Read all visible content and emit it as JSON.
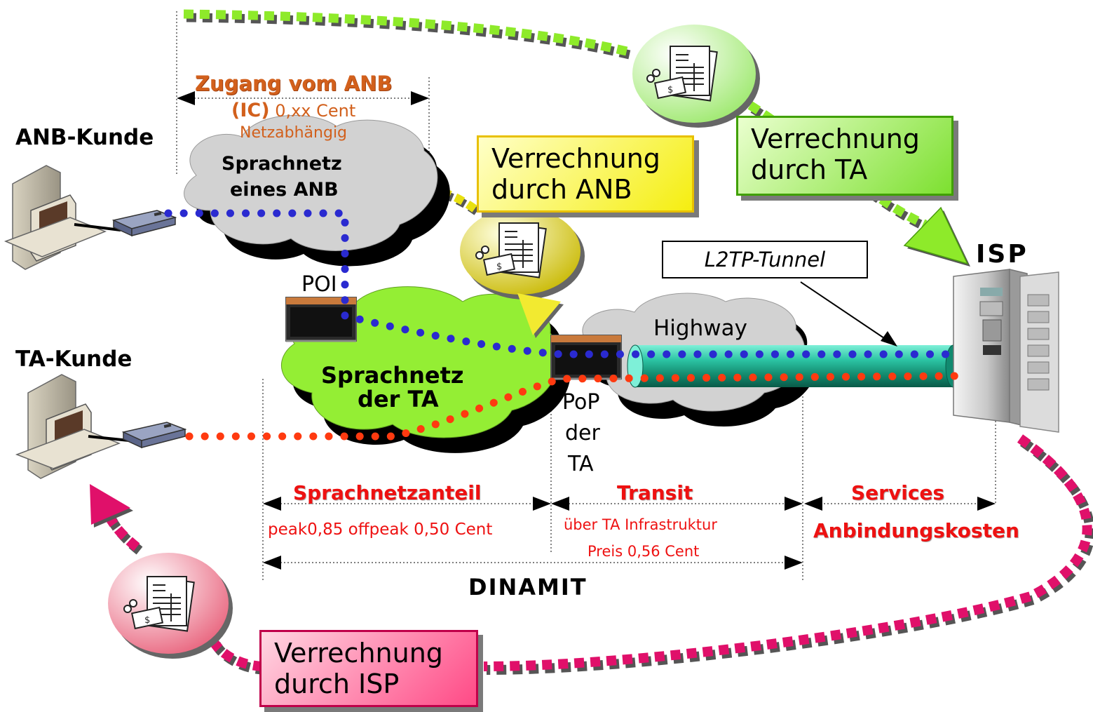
{
  "labels": {
    "anb_kunde": "ANB-Kunde",
    "ta_kunde": "TA-Kunde",
    "isp": "ISP",
    "poi": "POI",
    "pop_line1": "PoP",
    "pop_line2": "der",
    "pop_line3": "TA",
    "highway": "Highway",
    "l2tp": "L2TP-Tunnel",
    "dinamit": "DINAMIT"
  },
  "zugang": {
    "title": "Zugang vom ANB",
    "ic": "(IC)",
    "price": "0,xx Cent",
    "note": "Netzabhängig"
  },
  "clouds": {
    "anb_line1": "Sprachnetz",
    "anb_line2": "eines ANB",
    "ta_line1": "Sprachnetz",
    "ta_line2": "der TA"
  },
  "billing": {
    "anb_line1": "Verrechnung",
    "anb_line2": "durch ANB",
    "ta_line1": "Verrechnung",
    "ta_line2": "durch TA",
    "isp_line1": "Verrechnung",
    "isp_line2": "durch ISP"
  },
  "segments": {
    "sprachnetzanteil": "Sprachnetzanteil",
    "sprachnetz_price": "peak0,85 offpeak 0,50 Cent",
    "transit": "Transit",
    "transit_note": "über TA Infrastruktur",
    "transit_price": "Preis 0,56 Cent",
    "services": "Services",
    "anbindung": "Anbindungskosten"
  },
  "colors": {
    "blue_path": "#2a2ad0",
    "red_path": "#ff3a10",
    "green_flow": "#8eea2a",
    "pink_flow": "#e0106a",
    "yellow_flow": "#e8e010",
    "segment_text": "#ee1111",
    "orange_text": "#d2601c",
    "tunnel": "#1aa88a"
  }
}
